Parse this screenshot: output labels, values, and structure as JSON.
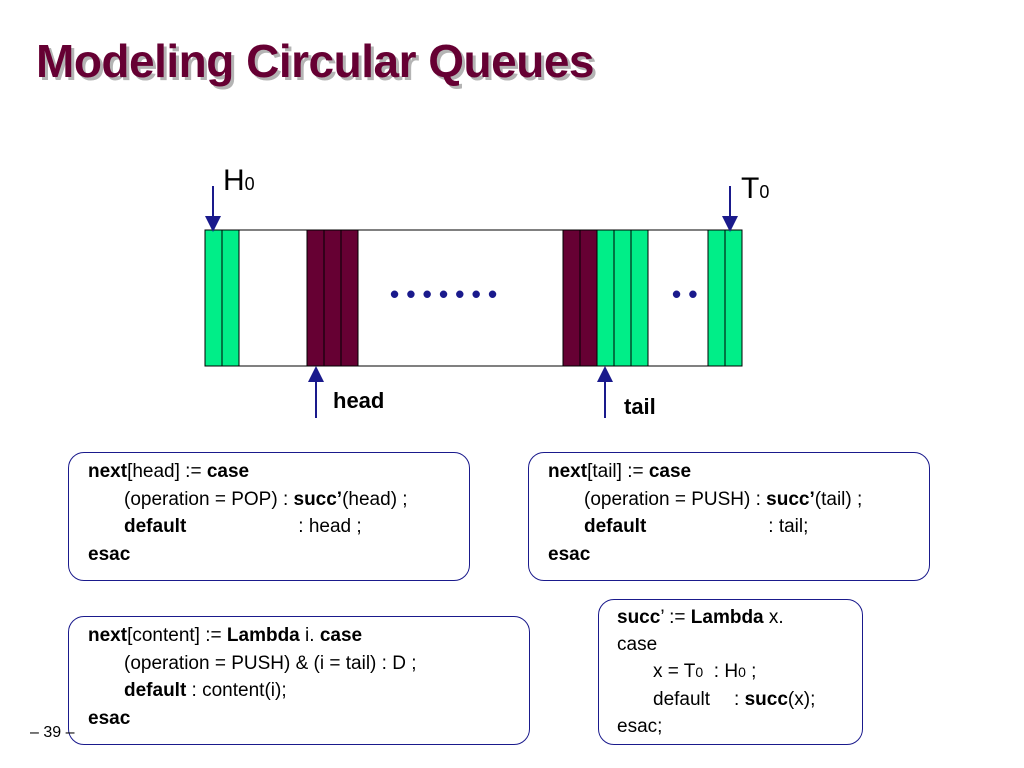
{
  "title": "Modeling Circular Queues",
  "labels": {
    "h_main": "H",
    "h_sub": "0",
    "t_main": "T",
    "t_sub": "0",
    "head": "head",
    "tail": "tail",
    "dots": "• • • • • • •",
    "dots2": "• •"
  },
  "colors": {
    "title": "#660033",
    "filled": "#00ee88",
    "occupied": "#660033",
    "arrow": "#1a1a8c"
  },
  "box_head": {
    "l1_kw": "next",
    "l1_a": "[head] := ",
    "l1_case": "case",
    "l2_a": "(operation = POP) : ",
    "l2_succ": "succ’",
    "l2_b": "(head) ;",
    "l3_default": "default",
    "l3_b": ": head ;",
    "l4": "esac"
  },
  "box_tail": {
    "l1_kw": "next",
    "l1_a": "[tail] := ",
    "l1_case": "case",
    "l2_a": "(operation = PUSH) : ",
    "l2_succ": "succ’",
    "l2_b": "(tail) ;",
    "l3_default": "default",
    "l3_b": ": tail;",
    "l4": "esac"
  },
  "box_content": {
    "l1_kw": "next",
    "l1_a": "[content] := ",
    "l1_lambda": "Lambda",
    "l1_b": " i. ",
    "l1_case": "case",
    "l2": "(operation = PUSH) & (i = tail) : D ;",
    "l3_default": "default",
    "l3_b": " : content(i);",
    "l4": "esac"
  },
  "box_succ": {
    "l1_succ": "succ",
    "l1_a": "’ := ",
    "l1_lambda": "Lambda",
    "l1_b": " x.",
    "l2": "case",
    "l3_a": "x = T",
    "l3_sub1": "0",
    "l3_b": "  : H",
    "l3_sub2": "0",
    "l3_c": " ;",
    "l4_a": "default",
    "l4_b": ": ",
    "l4_succ": "succ",
    "l4_c": "(x);",
    "l5": "esac;"
  },
  "footer": "– 39 –"
}
